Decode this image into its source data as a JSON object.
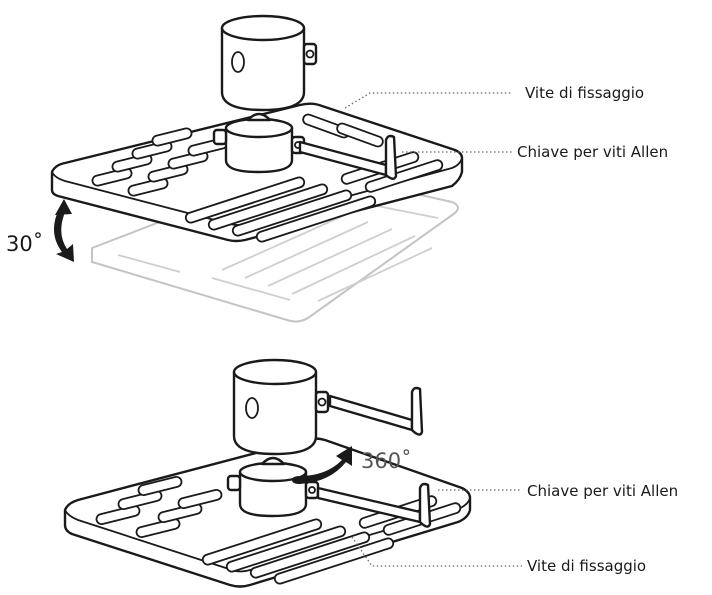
{
  "top_view": {
    "labels": {
      "fixing_screw": "Vite di fissaggio",
      "allen_key": "Chiave per viti Allen"
    },
    "tilt_angle": "30˚"
  },
  "bottom_view": {
    "labels": {
      "allen_key": "Chiave per viti Allen",
      "fixing_screw": "Vite di fissaggio"
    },
    "rotation_angle": "360˚"
  }
}
